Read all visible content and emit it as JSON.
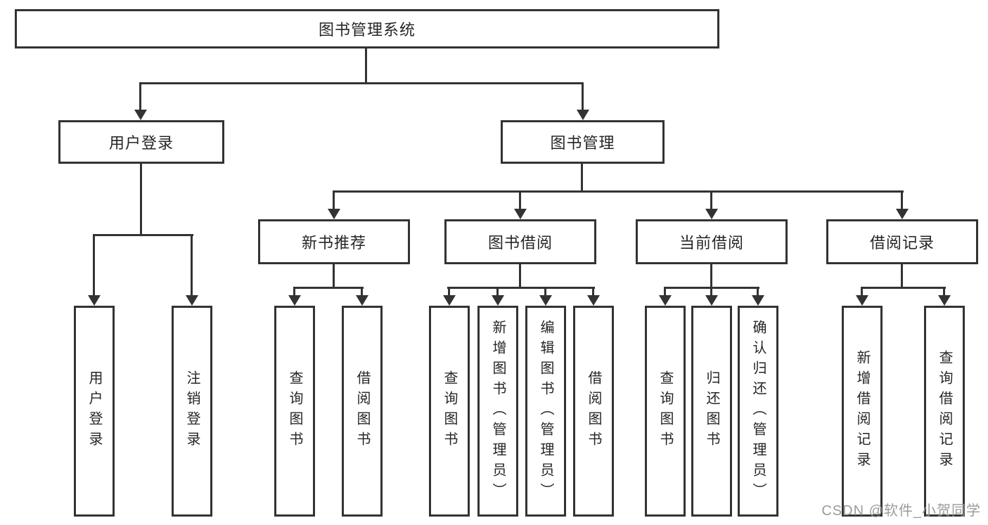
{
  "colors": {
    "line": "#333333",
    "text": "#262626",
    "watermark": "#969696",
    "background": "#ffffff"
  },
  "tree": {
    "root": "图书管理系统",
    "branches": [
      {
        "label": "用户登录",
        "children": [
          "用户登录",
          "注销登录"
        ]
      },
      {
        "label": "图书管理",
        "children": [
          {
            "label": "新书推荐",
            "children": [
              "查询图书",
              "借阅图书"
            ]
          },
          {
            "label": "图书借阅",
            "children": [
              "查询图书",
              "新增图书（管理员）",
              "编辑图书（管理员）",
              "借阅图书"
            ]
          },
          {
            "label": "当前借阅",
            "children": [
              "查询图书",
              "归还图书",
              "确认归还（管理员）"
            ]
          },
          {
            "label": "借阅记录",
            "children": [
              "新增借阅记录",
              "查询借阅记录"
            ]
          }
        ]
      }
    ]
  },
  "watermark": {
    "text": "CSDN @软件_小贺同学"
  }
}
